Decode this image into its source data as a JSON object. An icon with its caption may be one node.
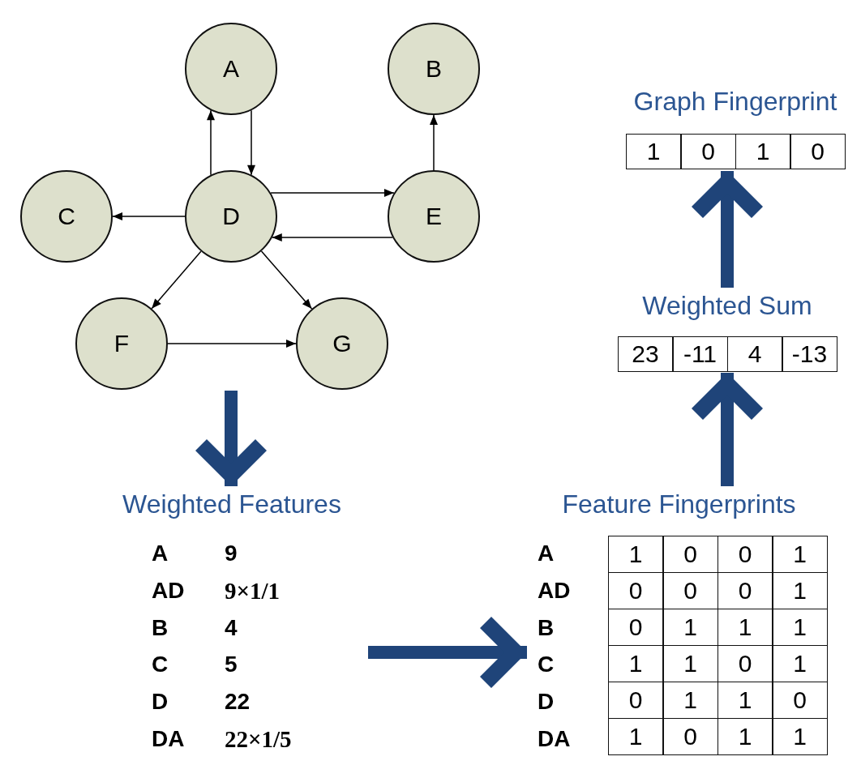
{
  "diagram": {
    "nodes": [
      {
        "text": [
          "A"
        ]
      },
      {
        "text": [
          "B"
        ]
      },
      {
        "text": [
          "C"
        ]
      },
      {
        "text": [
          "D"
        ]
      },
      {
        "text": [
          "E"
        ]
      },
      {
        "text": [
          "F"
        ]
      },
      {
        "text": [
          "G"
        ]
      },
      {
        "text": [
          "Weighted Features"
        ]
      },
      {
        "text": [
          "Feature Fingerprints"
        ]
      },
      {
        "text": [
          "Weighted Sum"
        ]
      },
      {
        "text": [
          "Graph Fingerprint"
        ]
      }
    ],
    "edges": [
      {
        "from": 3,
        "to": 0,
        "arrow": "to"
      },
      {
        "from": 0,
        "to": 3,
        "arrow": "to"
      },
      {
        "from": 4,
        "to": 1,
        "arrow": "to"
      },
      {
        "from": 3,
        "to": 2,
        "arrow": "to"
      },
      {
        "from": 3,
        "to": 4,
        "arrow": "to"
      },
      {
        "from": 4,
        "to": 3,
        "arrow": "to"
      },
      {
        "from": 3,
        "to": 5,
        "arrow": "to"
      },
      {
        "from": 3,
        "to": 6,
        "arrow": "to"
      },
      {
        "from": 5,
        "to": 6,
        "arrow": "to"
      },
      {
        "from": null,
        "to": 7,
        "arrow": "to",
        "style": "thick",
        "color": "#1f4479"
      },
      {
        "from": 7,
        "to": 8,
        "arrow": "to",
        "style": "thick",
        "color": "#1f4479"
      },
      {
        "from": 8,
        "to": 9,
        "arrow": "to",
        "style": "thick",
        "color": "#1f4479"
      },
      {
        "from": 9,
        "to": 10,
        "arrow": "to",
        "style": "thick",
        "color": "#1f4479"
      }
    ],
    "labels": [
      "1",
      "0",
      "1",
      "0",
      "23",
      "-11",
      "4",
      "-13",
      "A",
      "9",
      "A",
      "1",
      "0",
      "0",
      "1",
      "AD",
      "9×1/1",
      "AD",
      "0",
      "0",
      "0",
      "1",
      "B",
      "4",
      "B",
      "0",
      "1",
      "1",
      "1",
      "C",
      "5",
      "C",
      "1",
      "1",
      "0",
      "1",
      "D",
      "22",
      "D",
      "0",
      "1",
      "1",
      "0",
      "DA",
      "22×1/5",
      "DA",
      "1",
      "0",
      "1",
      "1"
    ]
  }
}
